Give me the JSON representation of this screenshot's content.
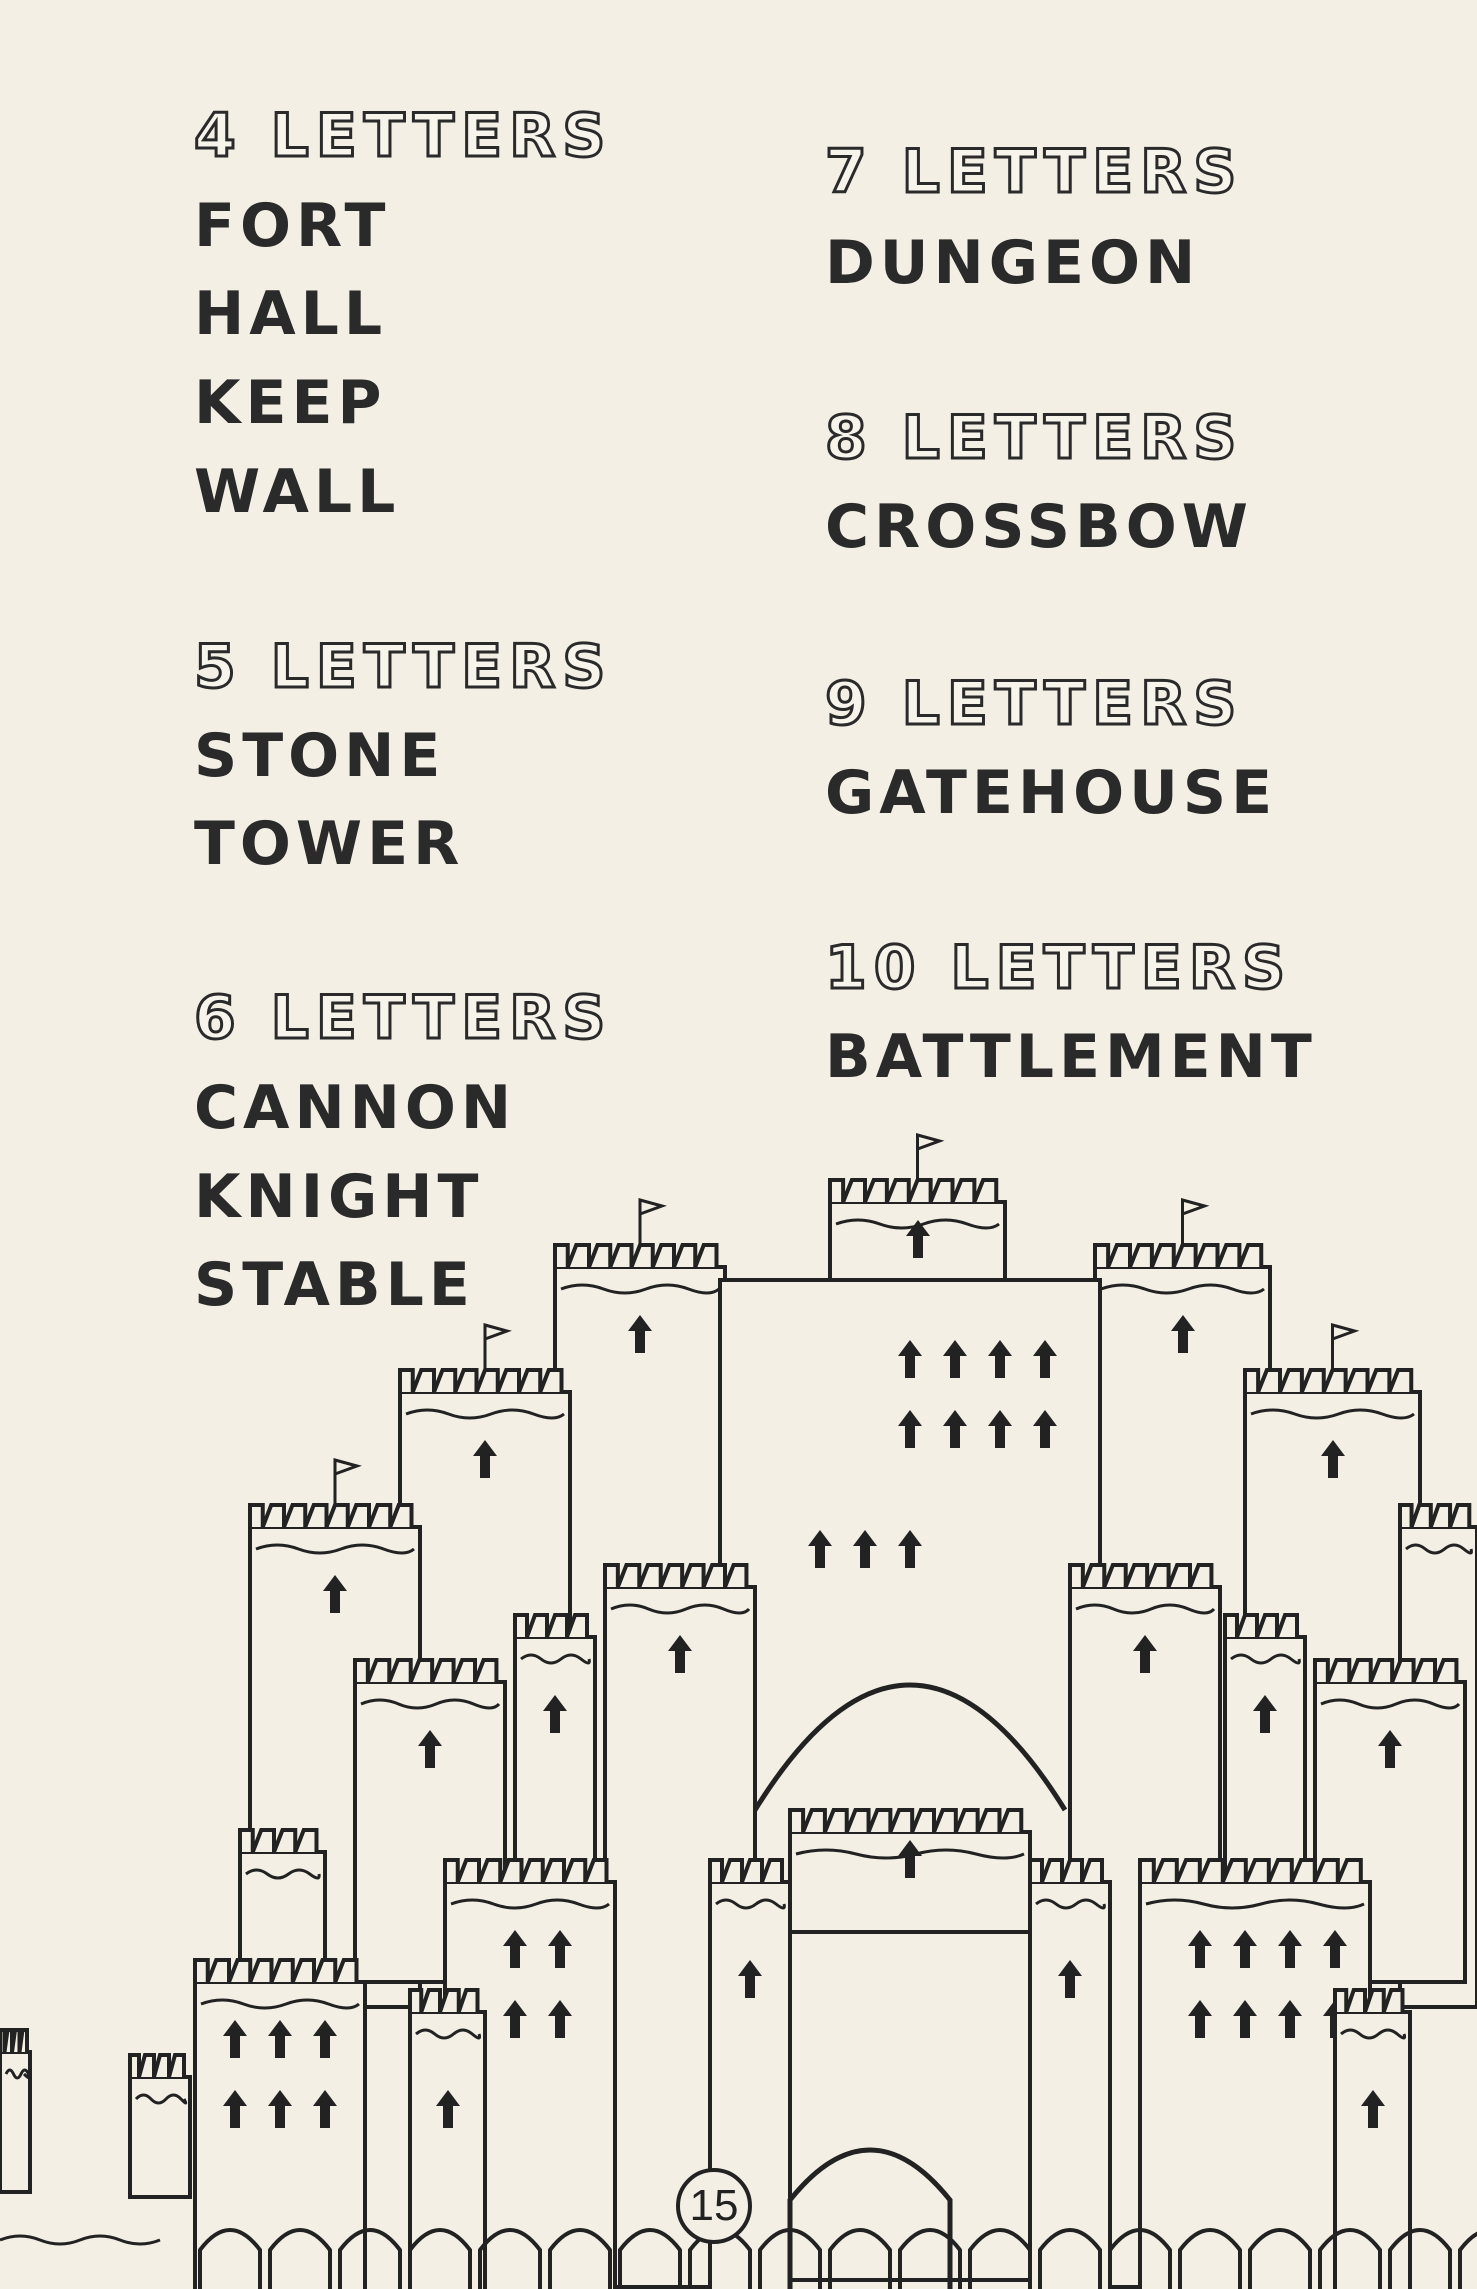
{
  "groups": [
    {
      "heading": "4 LETTERS",
      "words": [
        "FORT",
        "HALL",
        "KEEP",
        "WALL"
      ]
    },
    {
      "heading": "5 LETTERS",
      "words": [
        "STONE",
        "TOWER"
      ]
    },
    {
      "heading": "6 LETTERS",
      "words": [
        "CANNON",
        "KNIGHT",
        "STABLE"
      ]
    },
    {
      "heading": "7 LETTERS",
      "words": [
        "DUNGEON"
      ]
    },
    {
      "heading": "8 LETTERS",
      "words": [
        "CROSSBOW"
      ]
    },
    {
      "heading": "9 LETTERS",
      "words": [
        "GATEHOUSE"
      ]
    },
    {
      "heading": "10 LETTERS",
      "words": [
        "BATTLEMENT"
      ]
    }
  ],
  "page_number": "15",
  "illustration": "castle-illustration"
}
